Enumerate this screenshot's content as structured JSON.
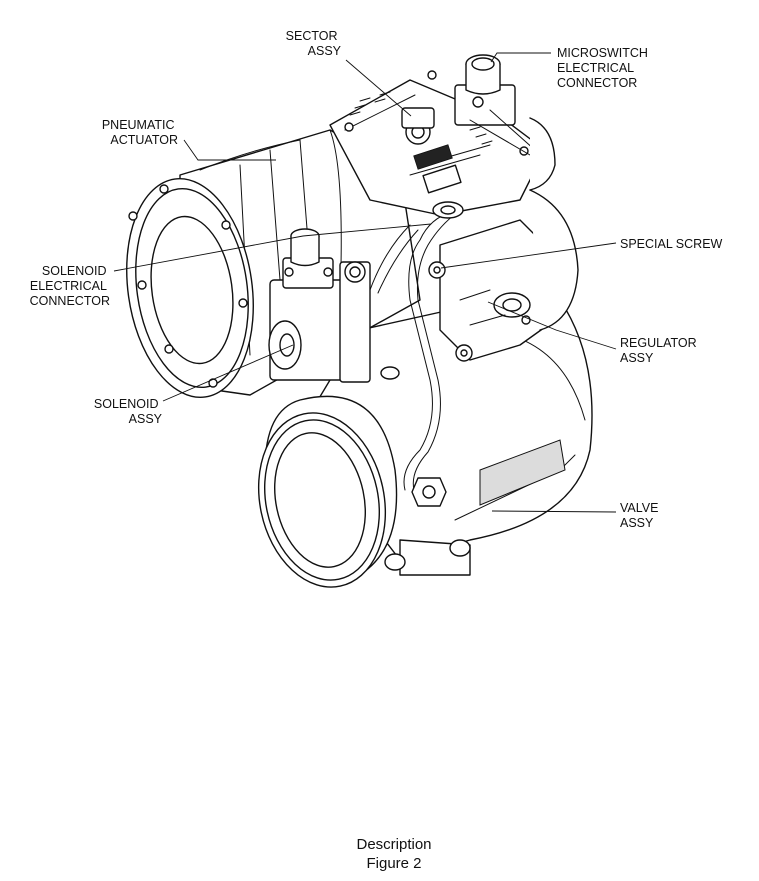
{
  "labels": {
    "sector_assy": [
      "SECTOR",
      "ASSY"
    ],
    "microswitch_connector": [
      "MICROSWITCH",
      "ELECTRICAL",
      "CONNECTOR"
    ],
    "pneumatic_actuator": [
      "PNEUMATIC",
      "ACTUATOR"
    ],
    "solenoid_connector": [
      "SOLENOID",
      "ELECTRICAL",
      "CONNECTOR"
    ],
    "special_screw": [
      "SPECIAL SCREW"
    ],
    "regulator_assy": [
      "REGULATOR",
      "ASSY"
    ],
    "solenoid_assy": [
      "SOLENOID",
      "ASSY"
    ],
    "valve_assy": [
      "VALVE",
      "ASSY"
    ]
  },
  "caption": {
    "line1": "Description",
    "line2": "Figure 2"
  }
}
